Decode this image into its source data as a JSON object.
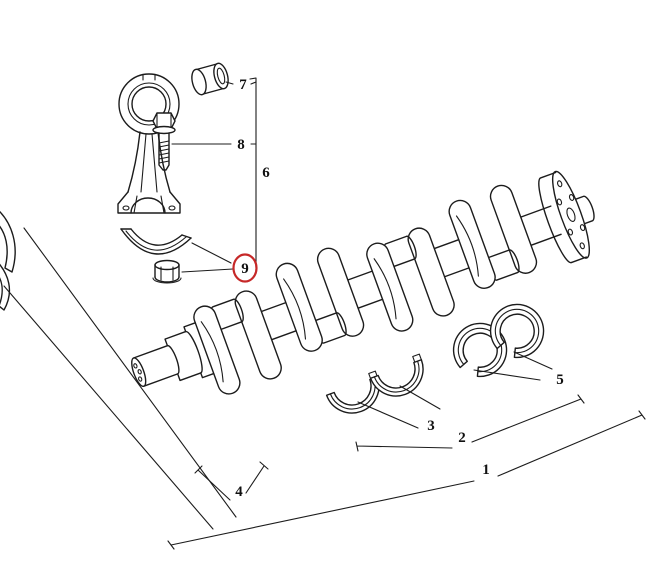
{
  "page": {
    "background": "#ffffff",
    "line_color": "#1c1c1c"
  },
  "callouts": {
    "c1": "1",
    "c2": "2",
    "c3": "3",
    "c4": "4",
    "c5": "5",
    "c6": "6",
    "c7": "7",
    "c8": "8",
    "c9": "9"
  },
  "highlight": {
    "callout": "9",
    "color": "#c62828"
  }
}
